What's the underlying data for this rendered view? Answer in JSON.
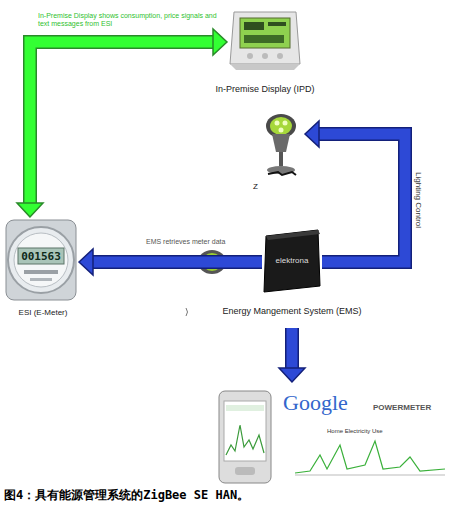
{
  "diagram": {
    "caption": "图4：具有能源管理系统的ZigBee SE HAN。",
    "nodes": [
      {
        "text": [
          "In-Premise Display (IPD)"
        ]
      },
      {
        "text": [
          "Z"
        ]
      },
      {
        "text": [
          "001563",
          "ESI (E-Meter)"
        ]
      },
      {
        "text": [
          "elektrona",
          "Energy Mangement System (EMS)"
        ]
      },
      {
        "text": [
          "Google",
          "POWERMETER",
          "Home Electricity Use"
        ]
      }
    ],
    "edges": [
      {
        "from": 2,
        "to": 0,
        "arrow": "both",
        "label": "In-Premise Display shows consumption, price signals and text messages from ESI"
      },
      {
        "from": 3,
        "to": 1,
        "arrow": "to",
        "label": "Lighting Control"
      },
      {
        "from": 3,
        "to": 2,
        "arrow": "to",
        "label": "EMS retrieves meter data"
      },
      {
        "from": 3,
        "to": 4,
        "arrow": "to"
      }
    ]
  }
}
